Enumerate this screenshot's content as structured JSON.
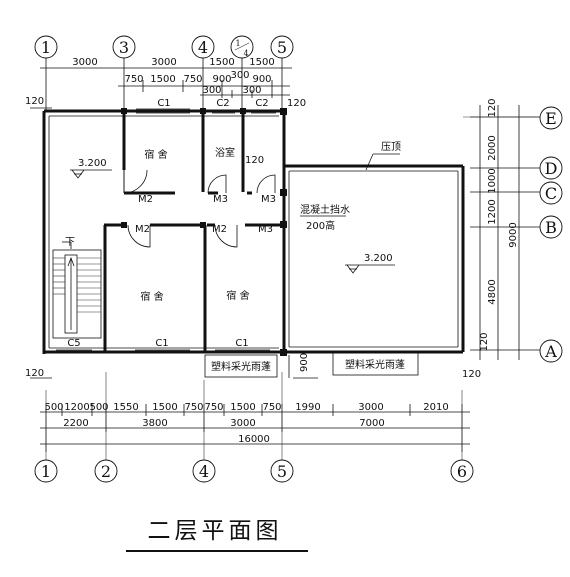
{
  "title": "二层平面图",
  "axes": {
    "top": [
      "1",
      "3",
      "4",
      "5"
    ],
    "top_fraction": {
      "num": "1",
      "den": "4"
    },
    "bottom": [
      "1",
      "2",
      "4",
      "5",
      "6"
    ],
    "right": [
      "E",
      "D",
      "C",
      "B",
      "A"
    ]
  },
  "dims_top": {
    "row1": [
      "3000",
      "3000",
      "1500",
      "1500"
    ],
    "row2": [
      "750",
      "1500",
      "750",
      "900",
      "300",
      "900"
    ],
    "row2_small": [
      "300",
      "300"
    ]
  },
  "dims_bottom": {
    "row1": [
      "500",
      "1200",
      "500",
      "1550",
      "1500",
      "750",
      "750",
      "1500",
      "750",
      "1990",
      "3000",
      "2010"
    ],
    "row2": [
      "2200",
      "3800",
      "3000",
      "7000"
    ],
    "total": "16000"
  },
  "dims_right": [
    "2000",
    "1000",
    "1200",
    "4800",
    "9000",
    "120",
    "120"
  ],
  "dims_misc": {
    "top_left_wall": "120",
    "bottom_left_wall": "120",
    "bottom_right_wall": "120",
    "right_wall_top": "120",
    "window_900": "900",
    "small_120": "120"
  },
  "rooms": {
    "dorm1": "宿 舍",
    "bath": "浴室",
    "dorm2": "宿 舍",
    "dorm3": "宿 舍",
    "stair_down": "下"
  },
  "levels": {
    "left": "3.200",
    "right": "3.200"
  },
  "notes": {
    "coping": "压顶",
    "parapet_line1": "混凝土挡水",
    "parapet_line2": "200高"
  },
  "skylights": [
    "塑料采光雨蓬",
    "塑料采光雨蓬"
  ],
  "windows": {
    "c1_a": "C1",
    "c2_a": "C2",
    "c2_b": "C2",
    "c5": "C5",
    "c1_b": "C1",
    "c1_c": "C1"
  },
  "doors": {
    "m2_a": "M2",
    "m3_a": "M3",
    "m3_b": "M3",
    "m2_b": "M2",
    "m2_c": "M2",
    "m3_c": "M3"
  }
}
